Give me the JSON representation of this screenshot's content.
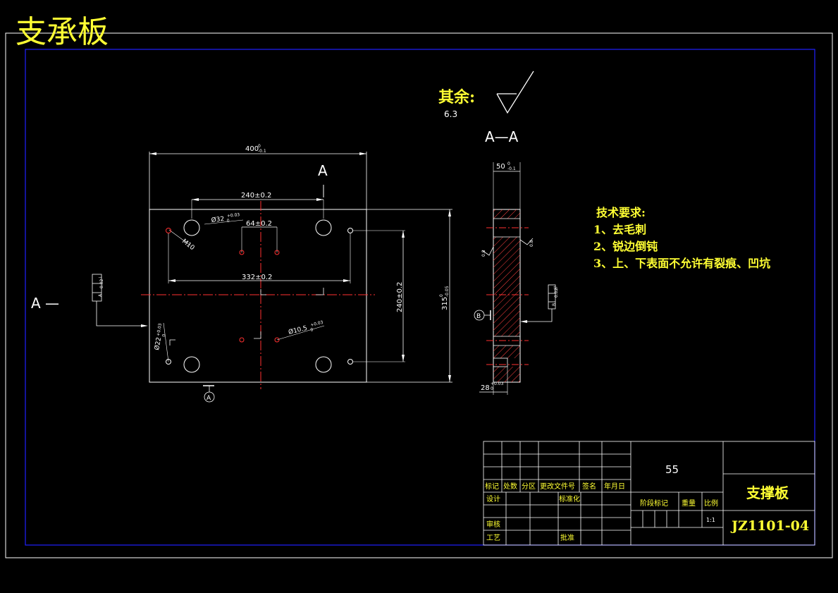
{
  "drawing_title": "支承板",
  "surface_note": {
    "label": "其余:",
    "roughness": "6.3"
  },
  "section_label": "A—A",
  "front_view": {
    "section_mark_top": "A",
    "section_mark_left": "A —",
    "datum": "A",
    "dims": {
      "width": "400",
      "width_upper_tol": "0",
      "width_lower_tol": "-0.1",
      "hole_spacing_top": "240±0.2",
      "small_hole_spacing": "64±0.2",
      "outer_hole_spacing": "332±0.2",
      "vertical_hole_spacing": "240±0.2",
      "height": "315",
      "height_upper_tol": "0",
      "height_lower_tol": "-0.05",
      "large_hole_dia": "Ø32",
      "large_hole_tol": "+0.03",
      "large_hole_tol_low": "0",
      "thread": "M10",
      "pin_hole_dia": "Ø10.5",
      "pin_hole_tol": "+0.03",
      "pin_hole_tol_low": "0",
      "guide_hole_dia": "Ø22",
      "guide_hole_tol": "+0.03",
      "guide_hole_tol_low": "0"
    },
    "tolerance_frame": [
      "⊥",
      "0.02",
      "A"
    ]
  },
  "section_view": {
    "thickness": "50",
    "thickness_upper_tol": "0",
    "thickness_lower_tol": "-0.1",
    "step": "28",
    "step_tol": "+0.03",
    "step_tol_low": "0",
    "roughness_left": "0.8",
    "roughness_right": "0.8",
    "datum": "B",
    "tolerance_frame": [
      "//",
      "0.02",
      "B"
    ]
  },
  "tech_requirements": {
    "heading": "技术要求:",
    "items": [
      "1、去毛刺",
      "2、锐边倒钝",
      "3、上、下表面不允许有裂痕、凹坑"
    ]
  },
  "title_block": {
    "material": "55",
    "part_name": "支撑板",
    "drawing_no": "JZ1101-04",
    "revision_headers": [
      "标记",
      "处数",
      "分区",
      "更改文件号",
      "签名",
      "年月日"
    ],
    "design": "设计",
    "standardization": "标准化",
    "check": "审核",
    "process": "工艺",
    "approve": "批准",
    "stage_mark": "阶段标记",
    "weight": "重量",
    "scale_label": "比例",
    "scale_value": "1:1"
  }
}
